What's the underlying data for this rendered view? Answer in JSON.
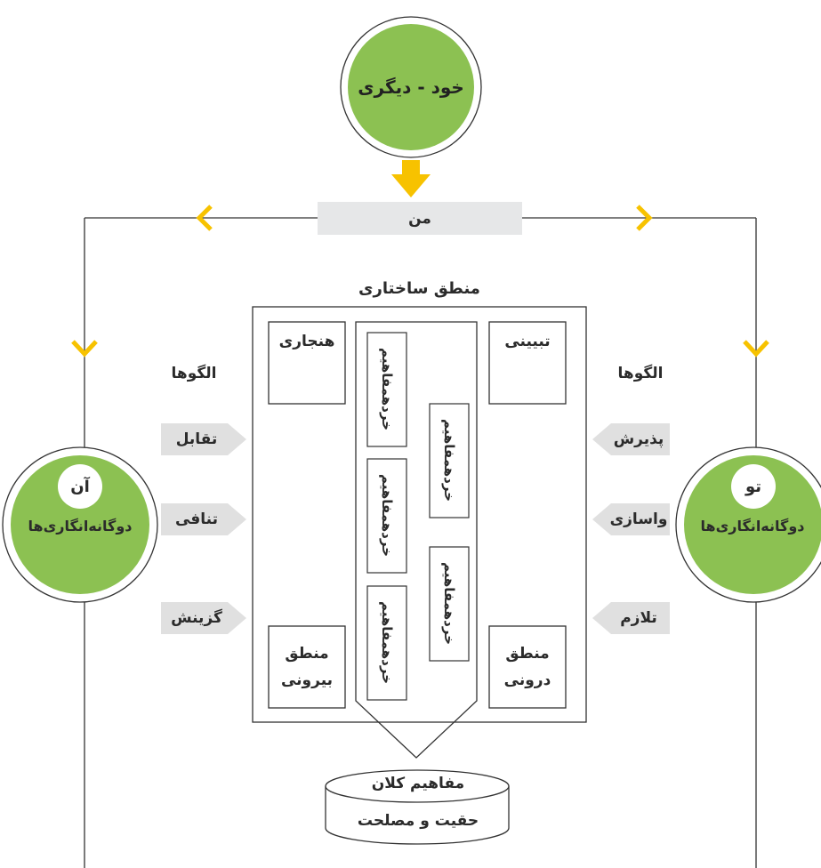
{
  "top_node": "خود - دیگری",
  "self_bar": "من",
  "structural_logic_title": "منطق ساختاری",
  "inner_boxes": {
    "normative": "هنجاری",
    "explanatory": "تبیینی",
    "external_logic": "منطق بیرونی",
    "internal_logic": "منطق درونی"
  },
  "micro_concept": "خردهمفاهیم",
  "left_node": {
    "pronoun": "آن",
    "label": "دوگانه‌انگاری‌ها"
  },
  "right_node": {
    "pronoun": "تو",
    "label": "دوگانه‌انگاری‌ها"
  },
  "left_patterns": {
    "title": "الگوها",
    "items": [
      "تقابل",
      "تنافی",
      "گزینش"
    ]
  },
  "right_patterns": {
    "title": "الگوها",
    "items": [
      "پذیرش",
      "واسازی",
      "تلازم"
    ]
  },
  "macro_concepts": {
    "title": "مفاهیم کلان",
    "subtitle": "حقیت و مصلحت"
  },
  "colors": {
    "green": "#8cc152",
    "yellow": "#f7c200",
    "gray_bar": "#e6e7e8",
    "arrow_gray": "#e0e0e0",
    "line": "#333333"
  }
}
